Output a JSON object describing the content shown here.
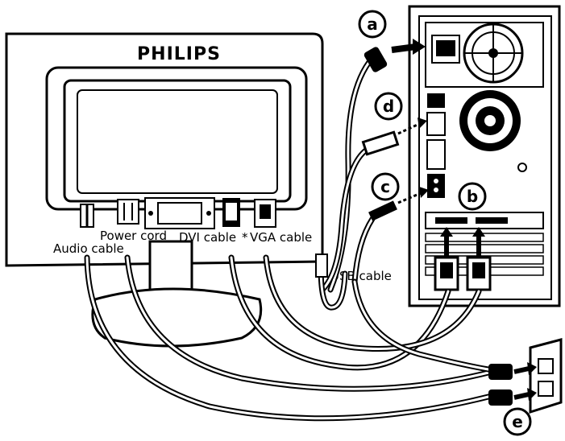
{
  "monitor": {
    "brand": "PHILIPS",
    "ports": {
      "audio": "Audio cable",
      "power": "Power cord",
      "dvi": "DVI cable",
      "vga": "VGA cable",
      "usb": "USB cable"
    }
  },
  "callouts": [
    "a",
    "d",
    "c",
    "b",
    "e"
  ],
  "colors": {
    "line": "#000000",
    "background": "#ffffff",
    "panel": "#ffffff"
  }
}
